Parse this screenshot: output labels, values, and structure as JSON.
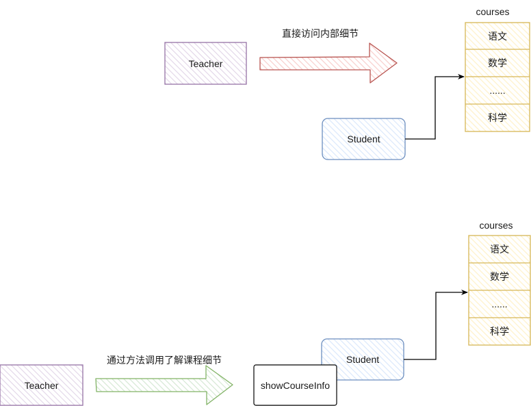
{
  "colors": {
    "teacher_stroke": "#9673a6",
    "teacher_fill": "#e1d5e7",
    "student_stroke": "#6c8ebf",
    "student_fill": "#dae8fc",
    "courses_stroke": "#d6b656",
    "courses_fill": "#fff2cc",
    "direct_arrow_stroke": "#b85450",
    "direct_arrow_fill": "#f8cecc",
    "method_arrow_stroke": "#82b366",
    "method_arrow_fill": "#d5e8d4",
    "connector": "#000000"
  },
  "top_scenario": {
    "teacher_label": "Teacher",
    "arrow_label": "直接访问内部细节",
    "student_label": "Student",
    "courses": {
      "title": "courses",
      "items": [
        "语文",
        "数学",
        "......",
        "科学"
      ]
    }
  },
  "bottom_scenario": {
    "teacher_label": "Teacher",
    "arrow_label": "通过方法调用了解课程细节",
    "method_label": "showCourseInfo",
    "student_label": "Student",
    "courses": {
      "title": "courses",
      "items": [
        "语文",
        "数学",
        "......",
        "科学"
      ]
    }
  }
}
